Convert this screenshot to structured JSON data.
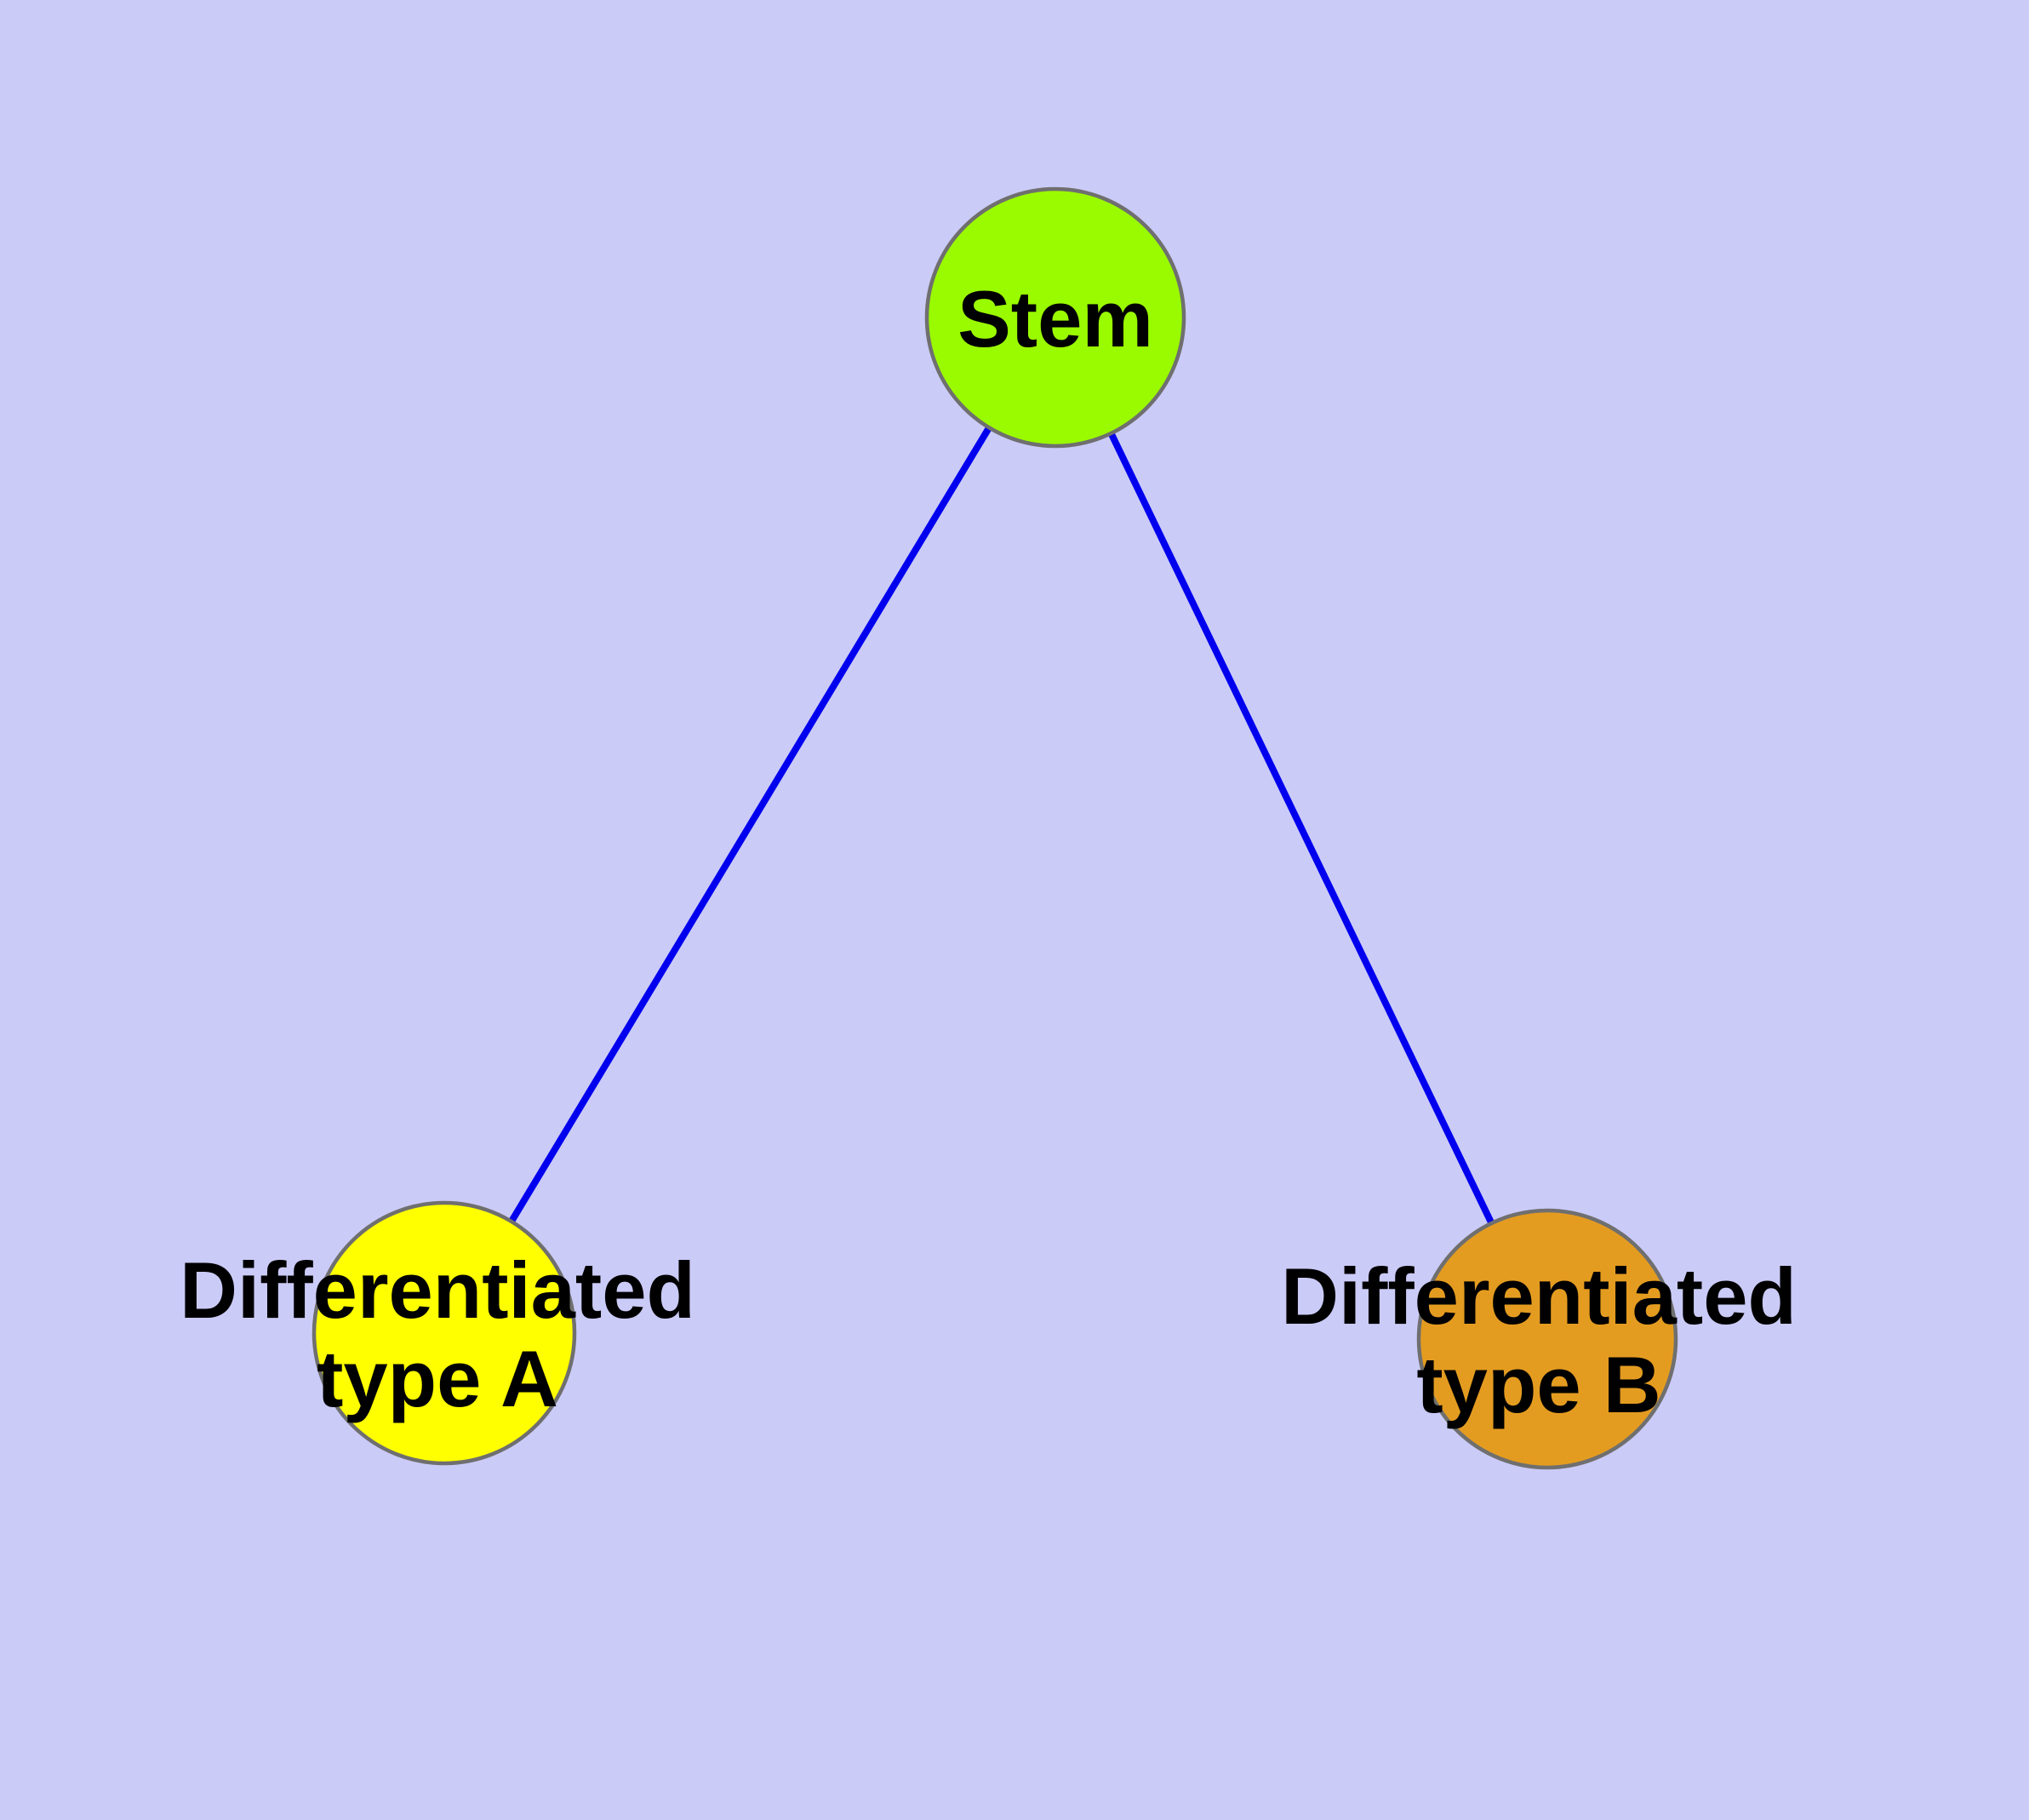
{
  "diagram": {
    "background_color": "#CBCBF8",
    "edge_color": "#0000EE",
    "node_border_color": "#6F6F6F",
    "label_color": "#000000",
    "nodes": [
      {
        "id": "stem",
        "label_lines": [
          "Stem"
        ],
        "fill": "#9AFA00"
      },
      {
        "id": "type-a",
        "label_lines": [
          "Differentiated",
          "type A"
        ],
        "fill": "#FFFF00"
      },
      {
        "id": "type-b",
        "label_lines": [
          "Differentiated",
          "type B"
        ],
        "fill": "#E49C20"
      }
    ],
    "edges": [
      {
        "from": "stem",
        "to": "type-a"
      },
      {
        "from": "stem",
        "to": "type-b"
      }
    ]
  }
}
